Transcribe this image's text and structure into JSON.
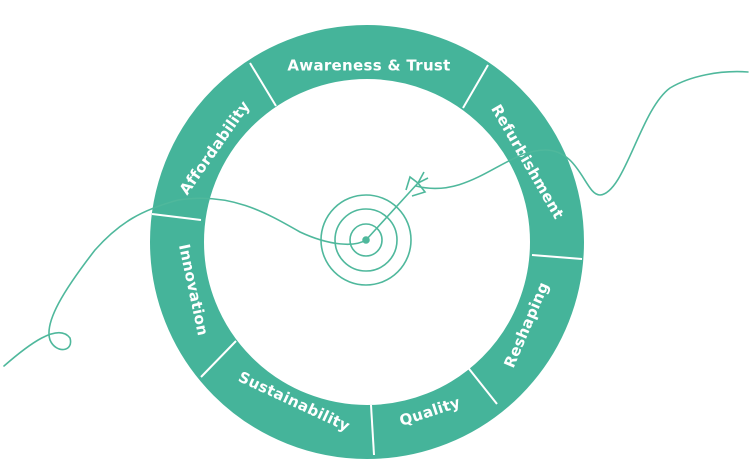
{
  "colors": {
    "ring": "#45b49a",
    "line": "#4fb89c",
    "label": "#ffffff",
    "background": "#ffffff"
  },
  "diagram": {
    "segments": [
      {
        "label": "Awareness & Trust"
      },
      {
        "label": "Refurbishment"
      },
      {
        "label": "Reshaping"
      },
      {
        "label": "Quality"
      },
      {
        "label": "Sustainability"
      },
      {
        "label": "Innovation"
      },
      {
        "label": "Affordability"
      }
    ],
    "center_icon": "target-arrow-icon"
  }
}
